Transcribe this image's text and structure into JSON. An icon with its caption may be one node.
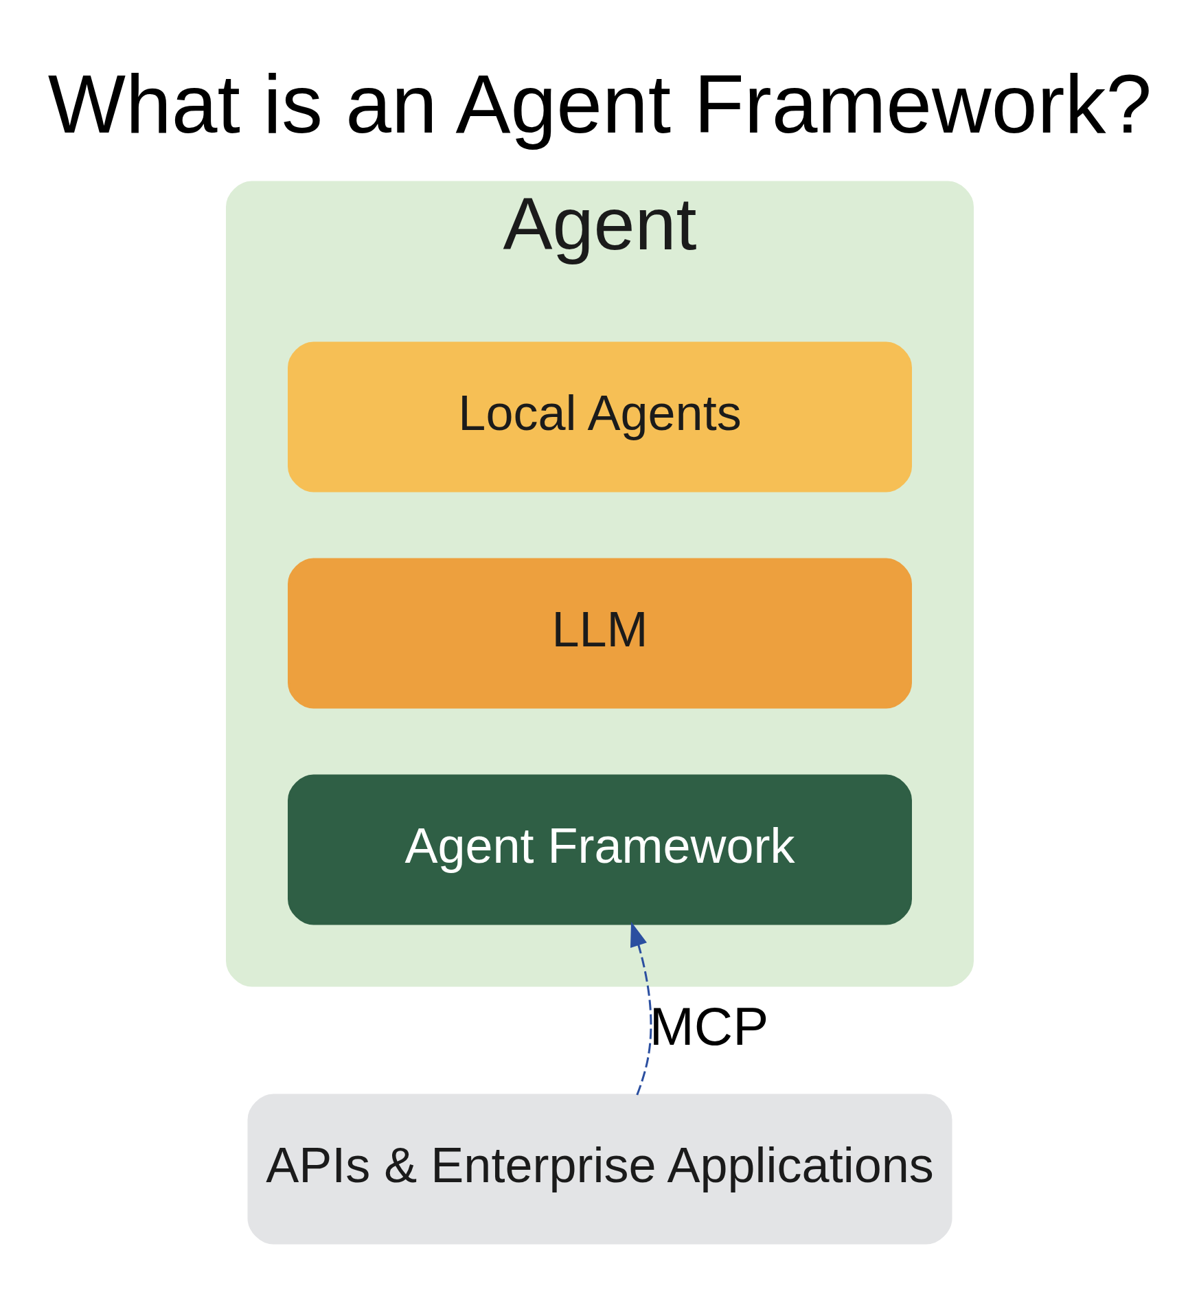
{
  "diagram": {
    "title": "What is an Agent Framework?",
    "nodes": [
      {
        "text": [
          "Agent"
        ]
      },
      {
        "text": [
          "Local Agents"
        ],
        "in": 0
      },
      {
        "text": [
          "LLM"
        ],
        "in": 0
      },
      {
        "text": [
          "Agent Framework"
        ],
        "in": 0
      },
      {
        "text": [
          "APIs & Enterprise Applications"
        ]
      }
    ],
    "edges": [
      {
        "from": 4,
        "to": 3,
        "arrow": "to",
        "label": "MCP",
        "style": "dashed",
        "color": "#2b4fa0"
      }
    ]
  }
}
